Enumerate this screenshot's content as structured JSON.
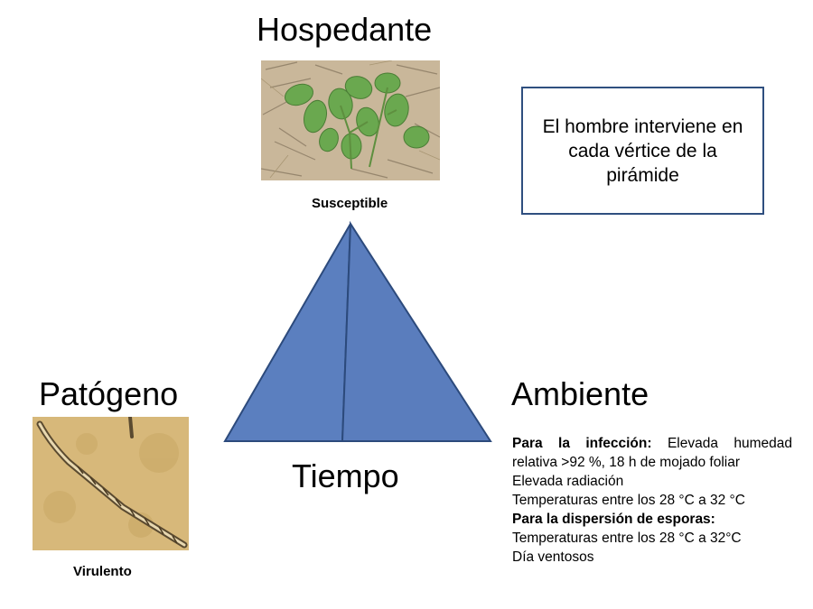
{
  "vertices": {
    "host": {
      "title": "Hospedante",
      "caption": "Susceptible"
    },
    "pathogen": {
      "title": "Patógeno",
      "caption": "Virulento"
    },
    "environment": {
      "title": "Ambiente"
    },
    "time": {
      "title": "Tiempo"
    }
  },
  "note": "El hombre interviene en cada vértice de la pirámide",
  "environment_details": {
    "infection_label": "Para la infección:",
    "infection_text_1": "Elevada humedad",
    "infection_text_2": "relativa >92 %, 18 h de mojado foliar",
    "radiation": "Elevada radiación",
    "temp_infection": "Temperaturas entre los 28 °C a 32 °C",
    "dispersal_label": "Para la dispersión de esporas:",
    "temp_dispersal": "Temperaturas entre los 28 °C a 32°C",
    "wind": "Día ventosos"
  },
  "colors": {
    "pyramid_fill": "#5b7fbf",
    "pyramid_stroke": "#2c4a7c",
    "box_border": "#2f4f7f",
    "photo_soil": "#c9b79a",
    "leaf_green": "#6aa84f",
    "micro_bg": "#d7b87a"
  },
  "icons": {
    "host_photo": "seedling-photo",
    "pathogen_photo": "fungal-hypha-micrograph"
  }
}
